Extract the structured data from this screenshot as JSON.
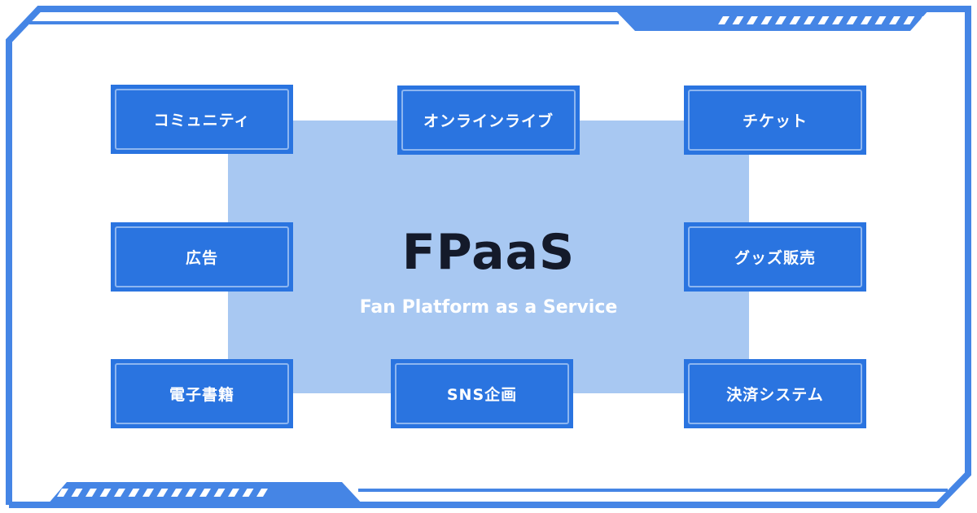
{
  "title": "FPaaS",
  "subtitle": "Fan Platform as a Service",
  "colors": {
    "frame": "#4585e5",
    "box": "#2a74e0",
    "box_inner_border": "#8db6f0",
    "panel": "#a8c8f2",
    "title": "#141a2a"
  },
  "services": [
    {
      "label": "コミュニティ"
    },
    {
      "label": "オンラインライブ"
    },
    {
      "label": "チケット"
    },
    {
      "label": "広告"
    },
    {
      "label": "グッズ販売"
    },
    {
      "label": "電子書籍"
    },
    {
      "label": "SNS企画"
    },
    {
      "label": "決済システム"
    }
  ]
}
